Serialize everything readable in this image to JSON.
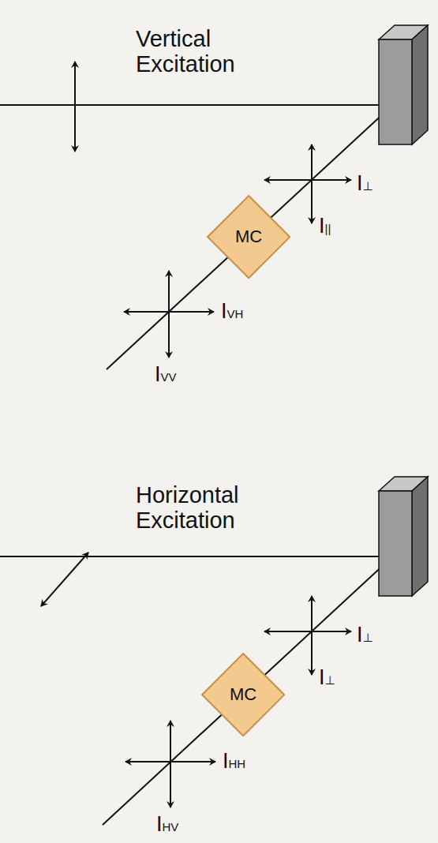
{
  "diagram": {
    "nodes": [
      {
        "text": [
          "MC"
        ]
      },
      {
        "text": [
          "MC"
        ]
      }
    ],
    "labels": [
      "Vertical Excitation",
      "I⊥",
      "I||",
      "IVH",
      "IVV",
      "Horizontal Excitation",
      "I⊥",
      "I⊥",
      "IHH",
      "IHV"
    ]
  }
}
